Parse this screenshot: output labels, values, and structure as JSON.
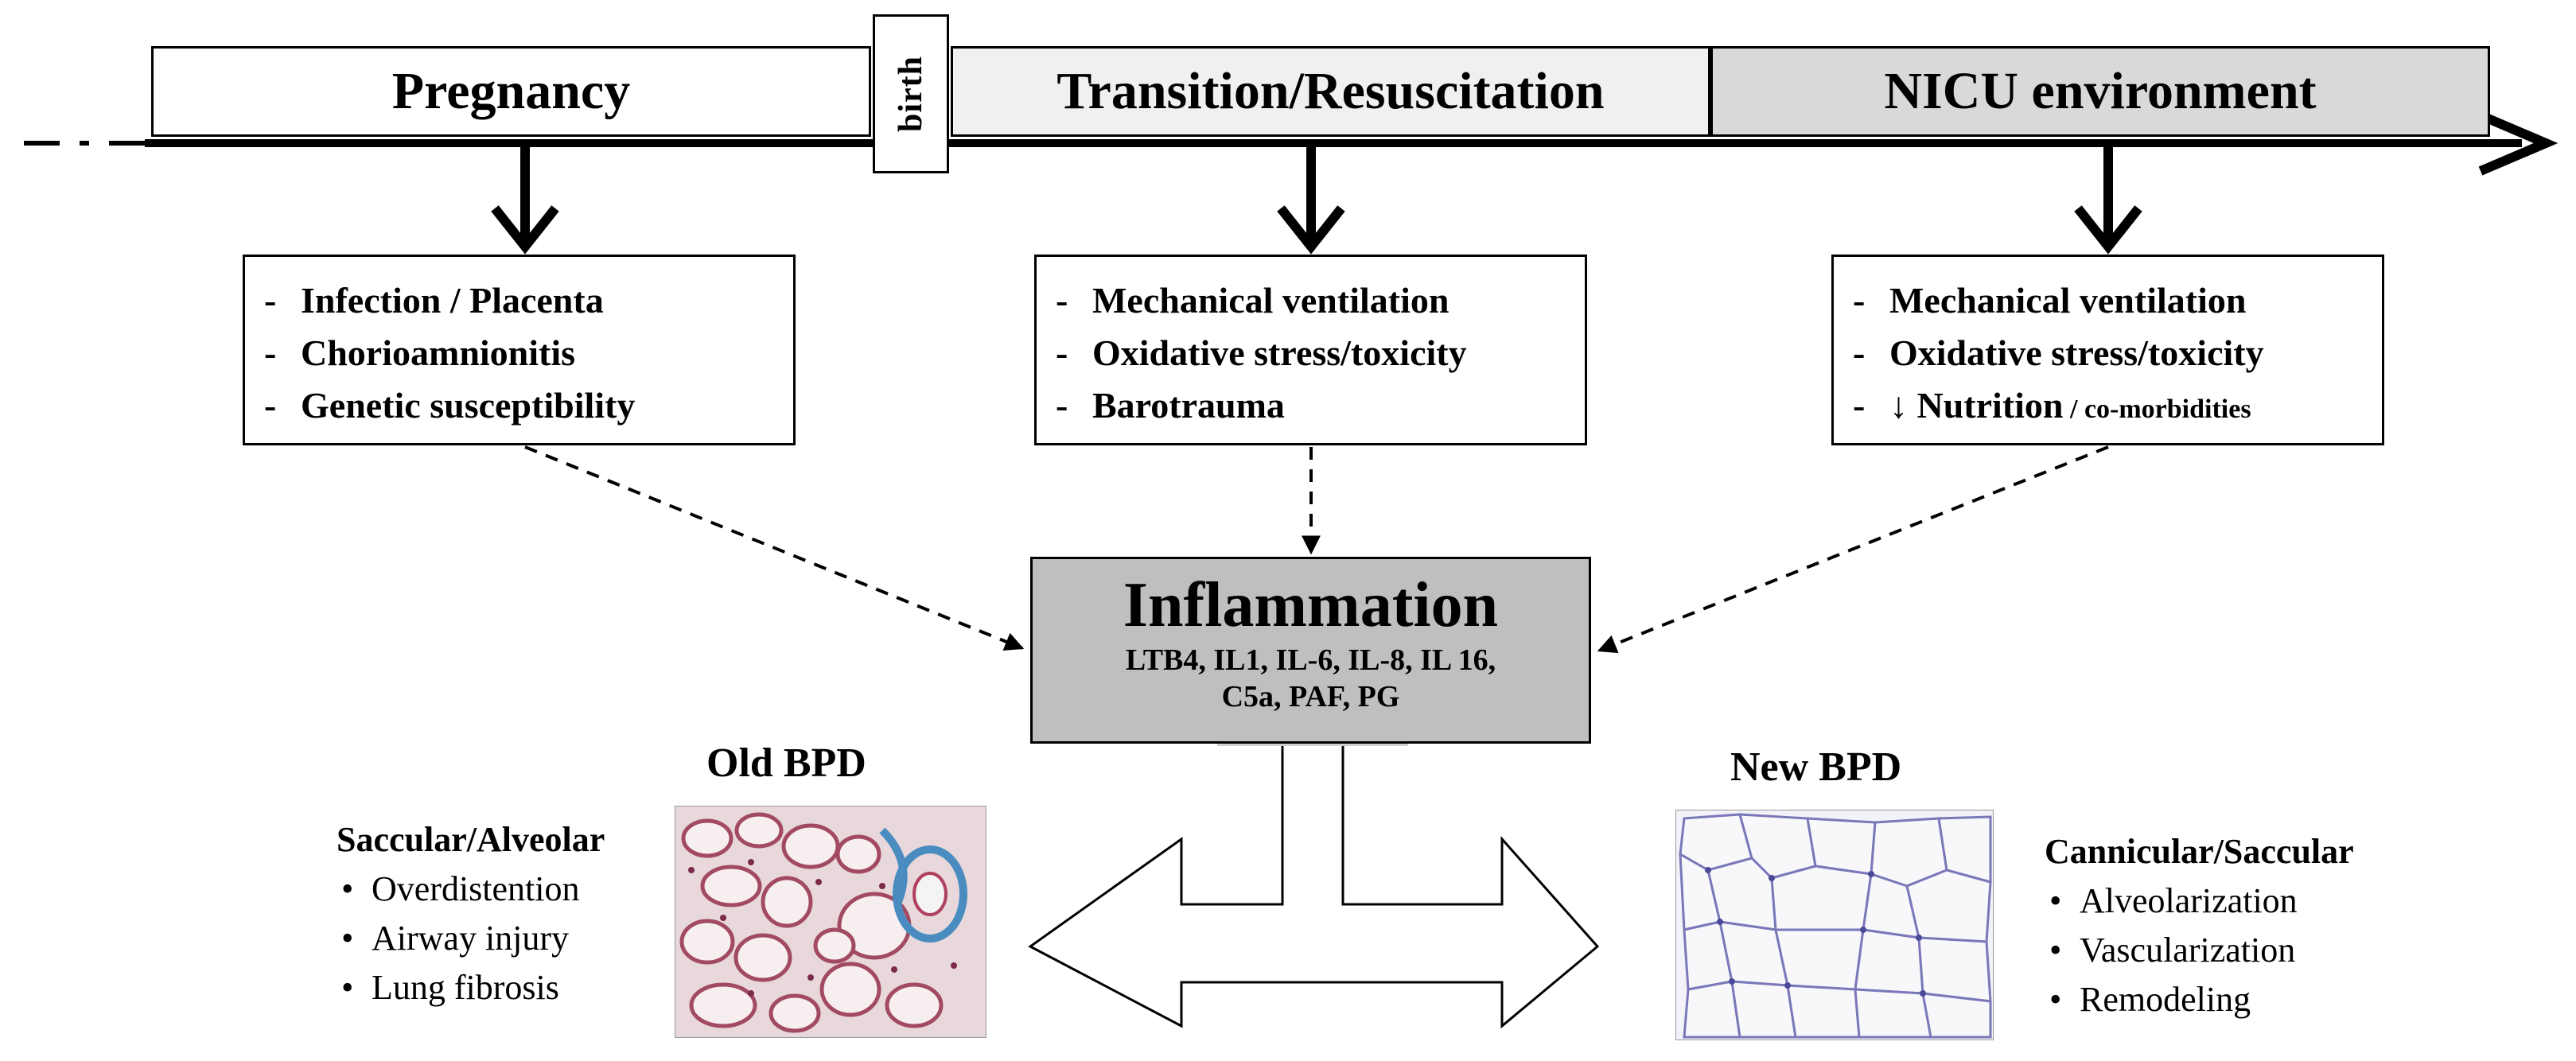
{
  "timeline": {
    "phases": [
      "Pregnancy",
      "Transition/Resuscitation",
      "NICU environment"
    ],
    "birth_label": "birth"
  },
  "factors": {
    "pregnancy": [
      "Infection / Placenta",
      "Chorioamnionitis",
      "Genetic susceptibility"
    ],
    "transition": [
      "Mechanical ventilation",
      "Oxidative stress/toxicity",
      "Barotrauma"
    ],
    "nicu": {
      "items": [
        "Mechanical ventilation",
        "Oxidative stress/toxicity"
      ],
      "last_prefix": "↓ Nutrition",
      "last_suffix": " / co-morbidities"
    },
    "dash": "-"
  },
  "inflammation": {
    "title": "Inflammation",
    "line1": "LTB4, IL1, IL-6, IL-8, IL 16,",
    "line2": "C5a, PAF, PG"
  },
  "old_bpd": {
    "title": "Old BPD",
    "heading": "Saccular/Alveolar",
    "items": [
      "Overdistention",
      "Airway injury",
      "Lung fibrosis"
    ]
  },
  "new_bpd": {
    "title": "New BPD",
    "heading": "Cannicular/Saccular",
    "items": [
      "Alveolarization",
      "Vascularization",
      "Remodeling"
    ]
  },
  "bullet": "•",
  "colors": {
    "transition_fill": "#f0f0f0",
    "nicu_fill": "#d9d9d9",
    "inflammation_fill": "#bfbfbf",
    "old_tissue_stain": "#b0606e",
    "new_tissue_stain": "#7a78b8"
  }
}
